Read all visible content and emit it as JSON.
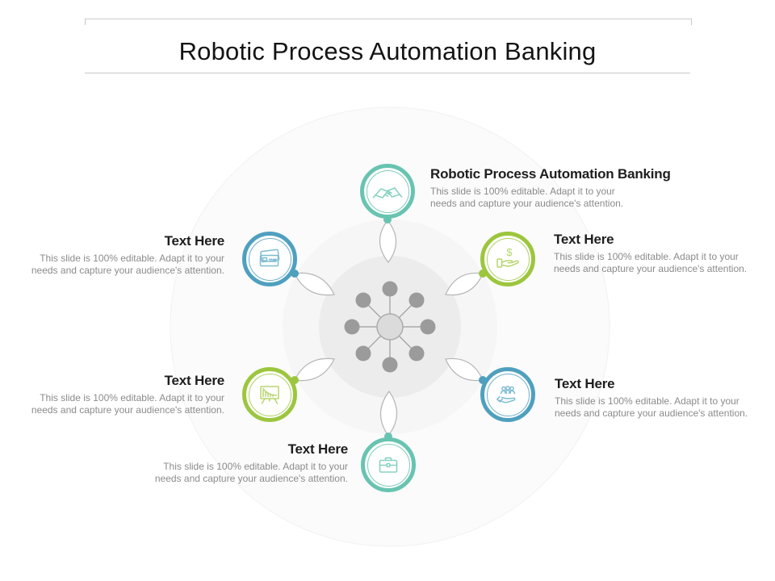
{
  "slide": {
    "title": "Robotic Process Automation Banking"
  },
  "palette": {
    "teal": "#68C4B1",
    "green": "#9CC63E",
    "blue": "#4FA0BF",
    "hub_gray": "#9B9B9B",
    "center_circle_gray": "#ECECEC",
    "heading_text": "#1E1E1E",
    "body_text": "#8B8B8B",
    "rule_gray": "#C9C9C9"
  },
  "nodes": [
    {
      "position": "top",
      "icon": "handshake-icon",
      "color": "#68C4B1",
      "heading": "Robotic Process Automation Banking",
      "desc_line1": "This slide is 100% editable. Adapt it to your",
      "desc_line2": "needs and capture your audience's attention."
    },
    {
      "position": "upper-right",
      "icon": "dollar-hand-icon",
      "icon_glyph": "$",
      "color": "#9CC63E",
      "heading": "Text Here",
      "desc_line1": "This slide is 100% editable. Adapt it to your",
      "desc_line2": "needs and capture your audience's attention."
    },
    {
      "position": "lower-right",
      "icon": "people-hand-icon",
      "color": "#4FA0BF",
      "heading": "Text Here",
      "desc_line1": "This slide is 100% editable. Adapt it to your",
      "desc_line2": "needs and capture your audience's attention."
    },
    {
      "position": "bottom",
      "icon": "briefcase-icon",
      "color": "#68C4B1",
      "heading": "Text Here",
      "desc_line1": "This slide is 100% editable. Adapt it to your",
      "desc_line2": "needs and capture your audience's attention."
    },
    {
      "position": "lower-left",
      "icon": "chart-easel-icon",
      "color": "#9CC63E",
      "heading": "Text Here",
      "desc_line1": "This slide is 100% editable. Adapt it to your",
      "desc_line2": "needs and capture your audience's attention."
    },
    {
      "position": "upper-left",
      "icon": "credit-cards-icon",
      "color": "#4FA0BF",
      "heading": "Text Here",
      "desc_line1": "This slide is 100% editable. Adapt it to your",
      "desc_line2": "needs and capture your audience's attention."
    }
  ]
}
